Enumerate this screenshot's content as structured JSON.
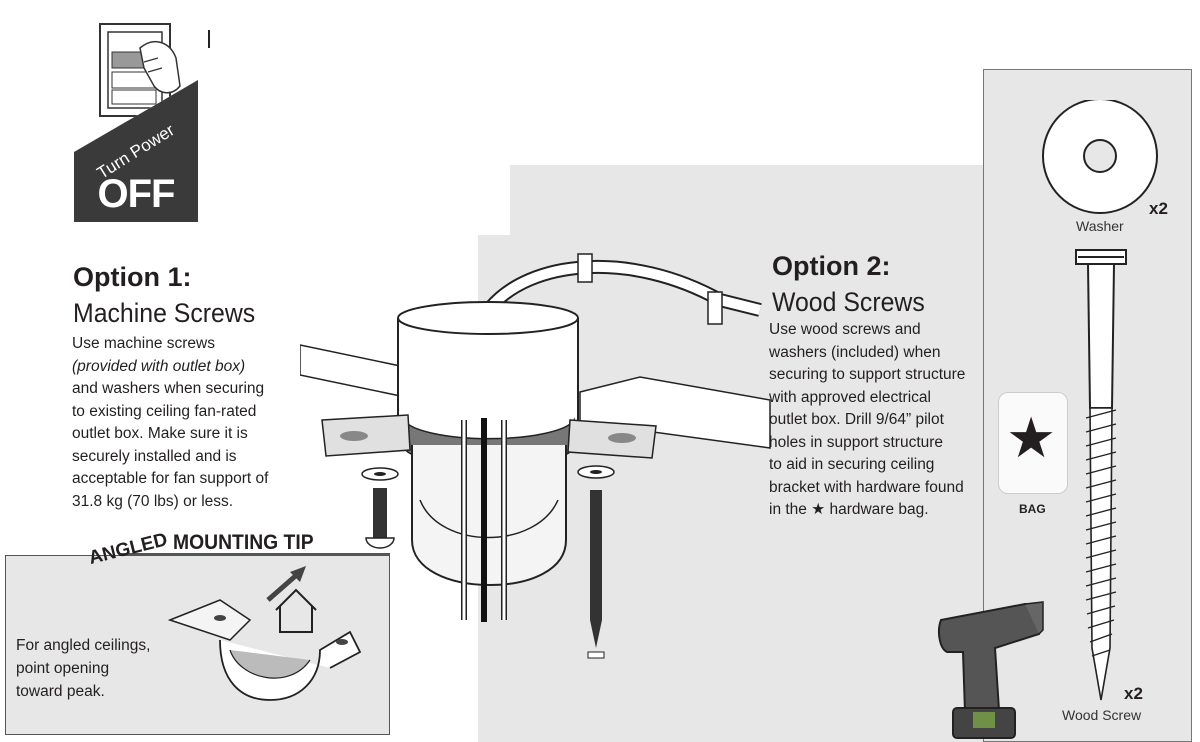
{
  "power_badge": {
    "line1": "Turn Power",
    "line2": "OFF"
  },
  "option1": {
    "title": "Option 1:",
    "subtitle": "Machine Screws",
    "body_before": "Use machine screws",
    "body_italic": "(provided with outlet box)",
    "body_after": "and washers when securing\nto existing ceiling fan-rated\noutlet box. Make sure it is\nsecurely installed and is\nacceptable for fan support of\n31.8 kg (70 lbs) or less."
  },
  "option2": {
    "title": "Option 2:",
    "subtitle": "Wood Screws",
    "body": "Use wood screws and\nwashers (included) when\nsecuring to support structure\nwith approved electrical\noutlet box. Drill 9/64” pilot\nholes in support structure\nto aid in securing ceiling\nbracket with hardware found",
    "body_last_before": "in the",
    "body_last_symbol": "★",
    "body_last_after": "hardware bag."
  },
  "tip": {
    "title_angled": "ANGLED",
    "title_rest": "MOUNTING TIP",
    "body": "For angled ceilings,\npoint opening\ntoward peak."
  },
  "hardware": {
    "washer_label": "Washer",
    "washer_qty": "x2",
    "bag_label": "BAG",
    "bag_symbol": "★",
    "screw_label": "Wood Screw",
    "screw_qty": "x2"
  },
  "colors": {
    "panel_gray": "#e7e7e8",
    "badge_dark": "#3a3a3a",
    "ink": "#231f20"
  }
}
